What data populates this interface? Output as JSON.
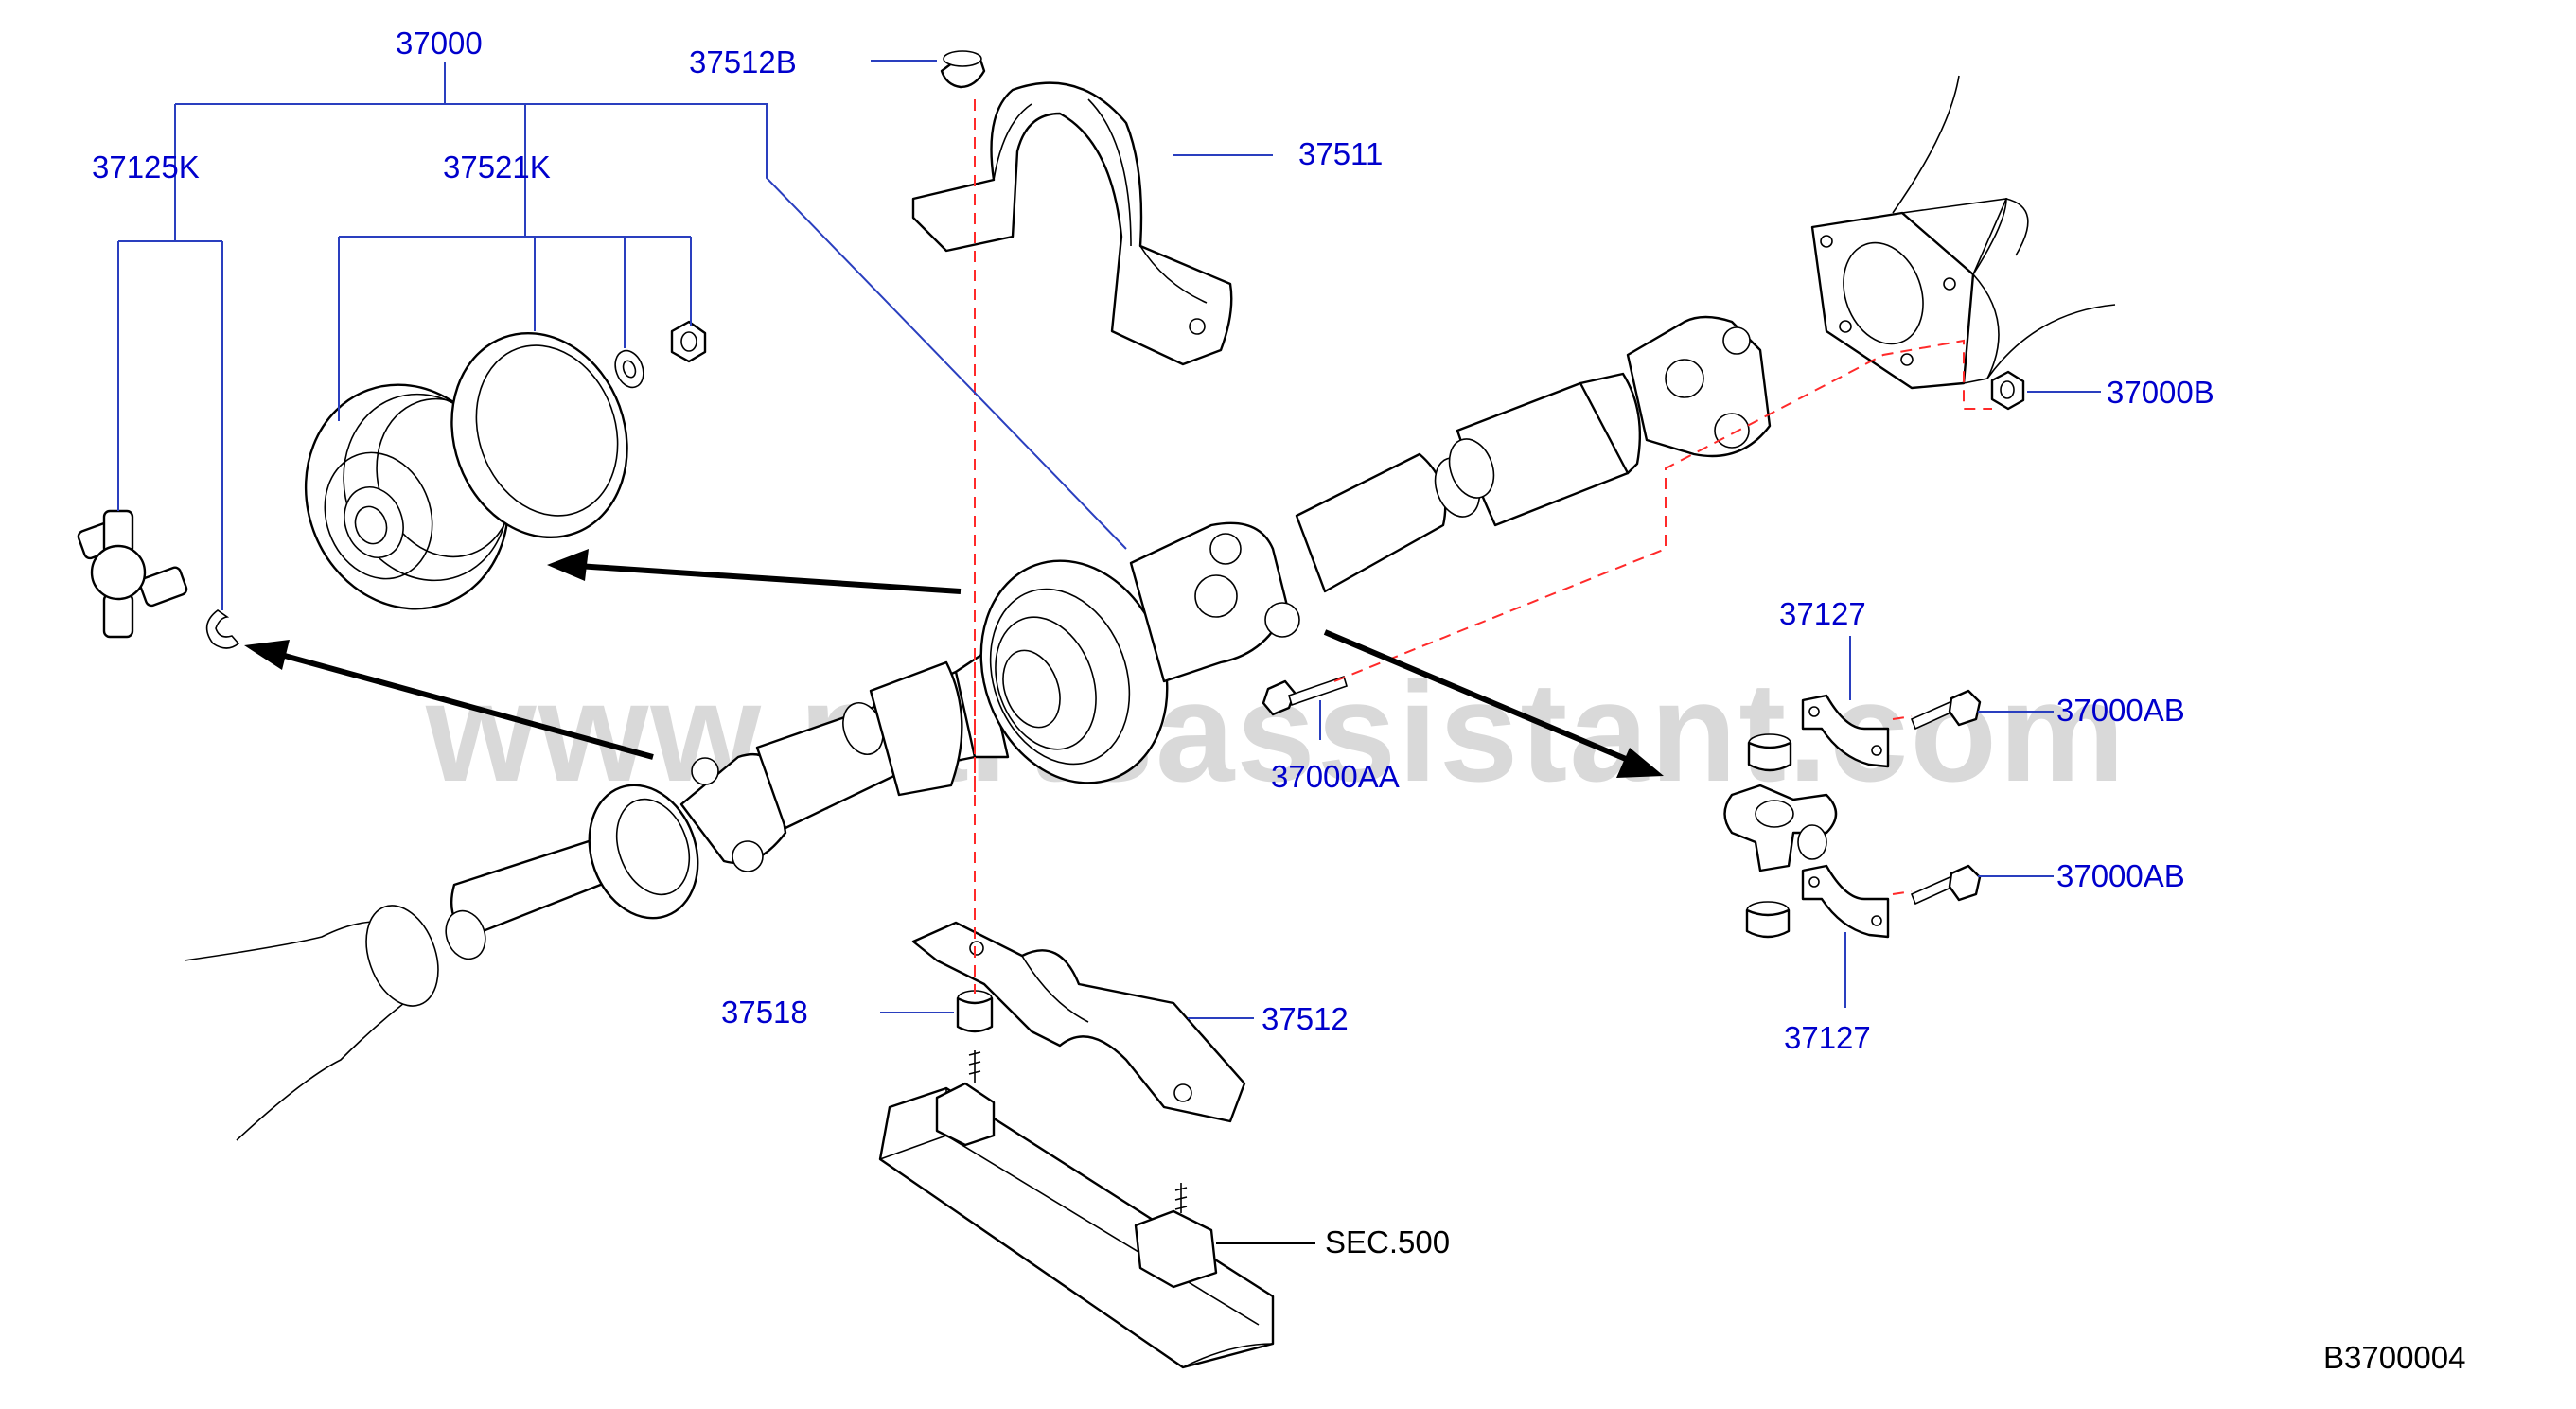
{
  "diagram": {
    "watermark": "www.partsassistant.com",
    "labels": {
      "assembly": "37000",
      "yoke_nut": "37512B",
      "kit_spider": "37125K",
      "kit_bearing": "37521K",
      "bracket_upper": "37511",
      "nut_flange": "37000B",
      "clamp_top": "37127",
      "bolt_center": "37000AA",
      "bolt_clamp_top": "37000AB",
      "bolt_clamp_bottom": "37000AB",
      "clamp_bottom": "37127",
      "spacer": "37518",
      "bracket_lower": "37512",
      "section_ref": "SEC.500",
      "figure_code": "B3700004"
    },
    "colors": {
      "part_number": "#0000cc",
      "leader": "#2a3fbf",
      "hidden_line": "#ff2a2a",
      "watermark": "#d9d9d9"
    }
  }
}
